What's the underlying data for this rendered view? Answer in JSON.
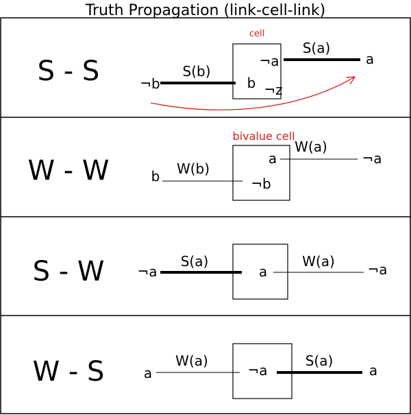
{
  "title": "Truth Propagation (link-cell-link)",
  "colors": {
    "accent": "#d62020",
    "ink": "#000000",
    "background": "#ffffff"
  },
  "panels": [
    {
      "label": "S - S",
      "annotation": "cell",
      "left_end": "¬b",
      "left_link": "S(b)",
      "left_inner": "b",
      "cell_extra": "¬z",
      "right_inner": "¬a",
      "right_link": "S(a)",
      "right_end": "a"
    },
    {
      "label": "W - W",
      "annotation": "bivalue cell",
      "left_end": "b",
      "left_link": "W(b)",
      "left_inner": "¬b",
      "right_inner": "a",
      "right_link": "W(a)",
      "right_end": "¬a"
    },
    {
      "label": "S - W",
      "left_end": "¬a",
      "left_link": "S(a)",
      "right_inner": "a",
      "right_link": "W(a)",
      "right_end": "¬a"
    },
    {
      "label": "W - S",
      "left_end": "a",
      "left_link": "W(a)",
      "right_inner": "¬a",
      "right_link": "S(a)",
      "right_end": "a"
    }
  ]
}
